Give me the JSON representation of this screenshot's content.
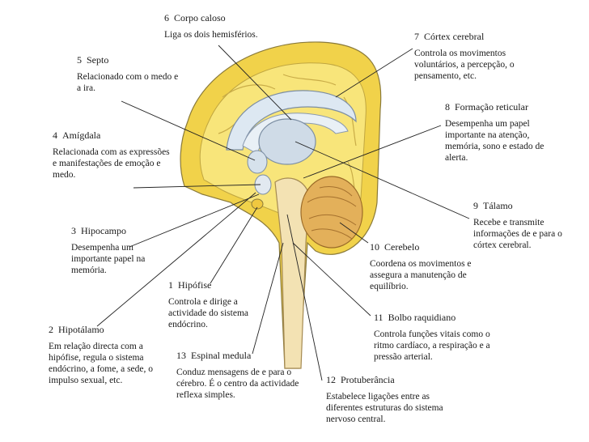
{
  "labels": [
    {
      "id": "corpo-caloso",
      "num": "6",
      "name": "Corpo caloso",
      "desc": "Liga os dois hemisférios."
    },
    {
      "id": "cortex",
      "num": "7",
      "name": "Córtex cerebral",
      "desc": "Controla os movimentos voluntários, a percepção, o pensamento, etc."
    },
    {
      "id": "septo",
      "num": "5",
      "name": "Septo",
      "desc": "Relacionado com o medo e a ira."
    },
    {
      "id": "formacao",
      "num": "8",
      "name": "Formação reticular",
      "desc": "Desempenha um papel importante na atenção, memória, sono e estado de alerta."
    },
    {
      "id": "amigdala",
      "num": "4",
      "name": "Amígdala",
      "desc": "Relacionada com as expressões e manifestações de emoção e medo."
    },
    {
      "id": "talamo",
      "num": "9",
      "name": "Tálamo",
      "desc": "Recebe e transmite informações de e para o córtex cerebral."
    },
    {
      "id": "hipocampo",
      "num": "3",
      "name": "Hipocampo",
      "desc": "Desempenha um importante papel na memória."
    },
    {
      "id": "cerebelo",
      "num": "10",
      "name": "Cerebelo",
      "desc": "Coordena os movimentos e assegura a manutenção de equilíbrio."
    },
    {
      "id": "hipofise",
      "num": "1",
      "name": "Hipófise",
      "desc": "Controla e dirige a actividade do sistema endócrino."
    },
    {
      "id": "bolbo",
      "num": "11",
      "name": "Bolbo raquidiano",
      "desc": "Controla funções vitais como o ritmo cardíaco, a respiração e a pressão arterial."
    },
    {
      "id": "hipotalamo",
      "num": "2",
      "name": "Hipotálamo",
      "desc": "Em relação directa com a hipófise, regula o sistema endócrino, a fome, a sede, o impulso sexual, etc."
    },
    {
      "id": "espinal",
      "num": "13",
      "name": "Espinal medula",
      "desc": "Conduz mensagens de e para o cérebro. É o centro da actividade reflexa simples."
    },
    {
      "id": "protuberancia",
      "num": "12",
      "name": "Protuberância",
      "desc": "Estabelece ligações entre as diferentes estruturas do sistema nervoso central."
    }
  ]
}
